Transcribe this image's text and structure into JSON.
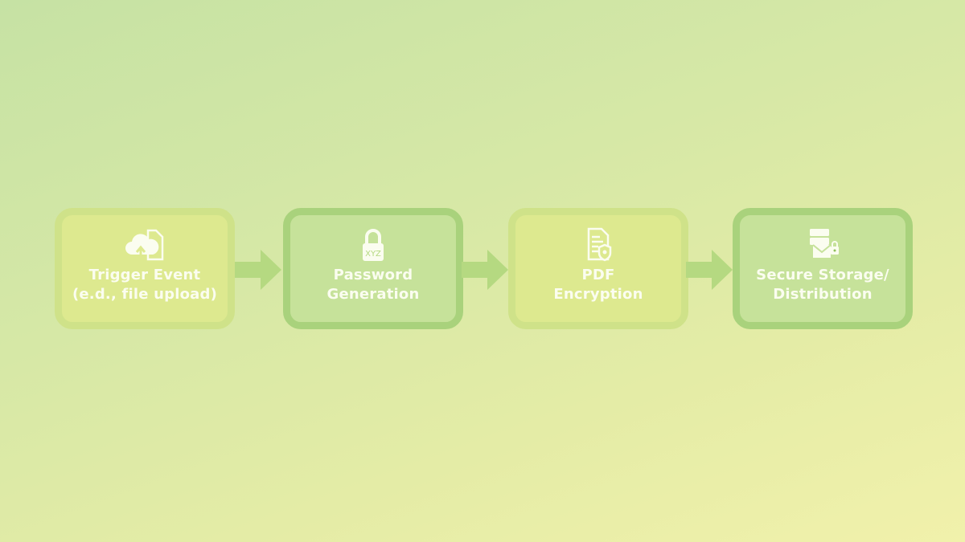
{
  "diagram": {
    "type": "flowchart",
    "direction": "left-to-right",
    "steps": [
      {
        "label_line1": "Trigger Event",
        "label_line2": "(e.d., file upload)",
        "icon": "cloud-upload-file-icon"
      },
      {
        "label_line1": "Password",
        "label_line2": "Generation",
        "icon": "padlock-xyz-icon"
      },
      {
        "label_line1": "PDF",
        "label_line2": "Encryption",
        "icon": "document-shield-icon"
      },
      {
        "label_line1": "Secure Storage/",
        "label_line2": "Distribution",
        "icon": "server-envelope-lock-icon"
      }
    ],
    "colors": {
      "background_start": "#c6e2a4",
      "background_end": "#f1f1ab",
      "box_light_fill": "#dde98f",
      "box_light_border": "#cfe289",
      "box_dark_fill": "#c6e29a",
      "box_dark_border": "#a9d27c",
      "arrow": "#b5d981",
      "text": "#fbfdf0"
    }
  }
}
